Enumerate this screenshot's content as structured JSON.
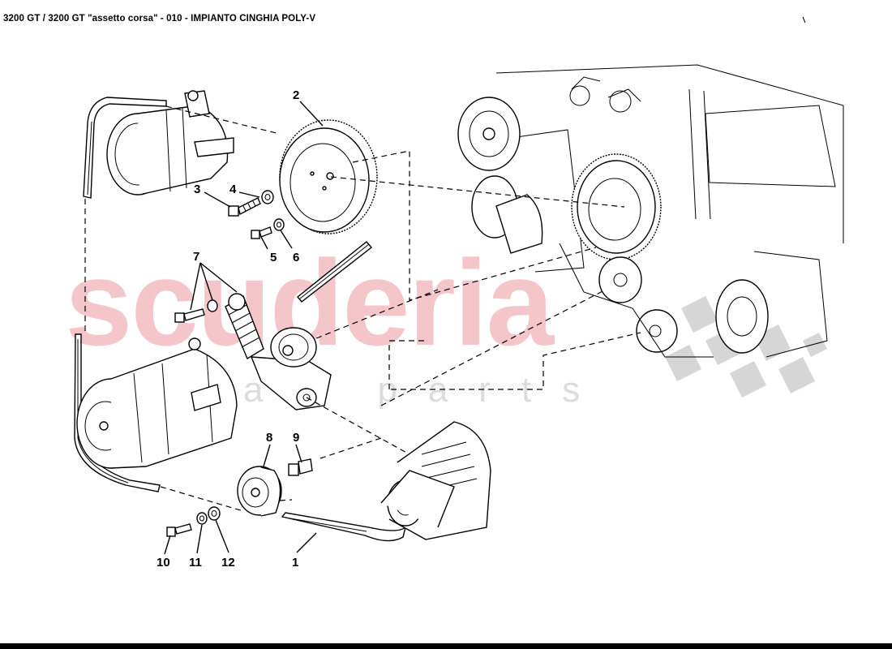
{
  "title": "3200 GT / 3200 GT \"assetto corsa\" - 010 - IMPIANTO CINGHIA POLY-V",
  "watermark": {
    "brand": "scuderia",
    "sub": "car parts"
  },
  "callouts": [
    {
      "id": "c1",
      "label": "1"
    },
    {
      "id": "c2",
      "label": "2"
    },
    {
      "id": "c3",
      "label": "3"
    },
    {
      "id": "c4",
      "label": "4"
    },
    {
      "id": "c5",
      "label": "5"
    },
    {
      "id": "c6",
      "label": "6"
    },
    {
      "id": "c7",
      "label": "7"
    },
    {
      "id": "c8",
      "label": "8"
    },
    {
      "id": "c9",
      "label": "9"
    },
    {
      "id": "c10",
      "label": "10"
    },
    {
      "id": "c11",
      "label": "11"
    },
    {
      "id": "c12",
      "label": "12"
    }
  ]
}
